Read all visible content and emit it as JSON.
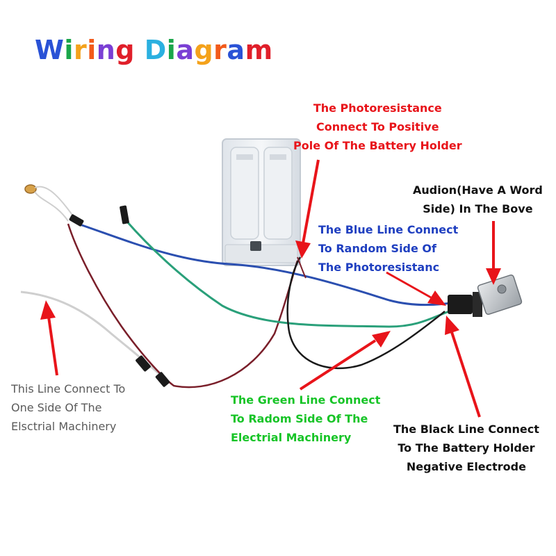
{
  "title": "Wiring Diagram",
  "labels": {
    "photoresistance": [
      "The Photoresistance",
      "Connect To Positive",
      "Pole Of The Battery Holder"
    ],
    "audion": [
      "Audion(Have A Word",
      "Side) In The Bove"
    ],
    "blue_line": [
      "The Blue Line Connect",
      "To Random Side Of",
      "The Photoresistanc"
    ],
    "this_line": [
      "This Line Connect To",
      "One Side Of The",
      "Elsctrial Machinery"
    ],
    "green_line": [
      "The Green Line Connect",
      "To Radom Side Of The",
      "Electrial Machinery"
    ],
    "black_line": [
      "The Black Line Connect",
      "To The Battery Holder",
      "Negative Electrode"
    ]
  },
  "colors": {
    "title_letters": [
      "#2a52d6",
      "#1aa64a",
      "#f4a21b",
      "#f25a1a",
      "#7a3fd4",
      "#e01f2a",
      "#2ab0e0",
      "#1aa64a",
      "#7a3fd4",
      "#f4a21b",
      "#f25a1a",
      "#2a52d6",
      "#e01f2a",
      "#7a3fd4"
    ],
    "arrow": "#e8141a",
    "blue_wire": "#2b4fb0",
    "green_wire": "#2aa07a",
    "red_wire": "#7a1f2a",
    "black_wire": "#1a1a1a",
    "white_wire": "#cfcfcf"
  }
}
